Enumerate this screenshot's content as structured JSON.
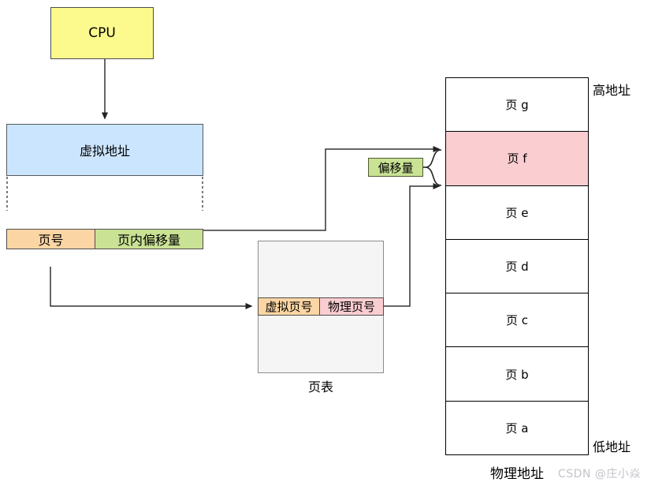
{
  "diagram": {
    "cpu_label": "CPU",
    "virtual_address_label": "虚拟地址",
    "page_number_label": "页号",
    "page_offset_label": "页内偏移量",
    "offset_label": "偏移量",
    "page_table": {
      "virtual_page_label": "虚拟页号",
      "physical_page_label": "物理页号",
      "caption": "页表"
    },
    "memory": {
      "pages": [
        {
          "label": "页 g",
          "highlighted": false
        },
        {
          "label": "页 f",
          "highlighted": true
        },
        {
          "label": "页 e",
          "highlighted": false
        },
        {
          "label": "页 d",
          "highlighted": false
        },
        {
          "label": "页 c",
          "highlighted": false
        },
        {
          "label": "页 b",
          "highlighted": false
        },
        {
          "label": "页 a",
          "highlighted": false
        }
      ],
      "high_address_label": "高地址",
      "low_address_label": "低地址",
      "caption": "物理地址"
    },
    "watermark": "CSDN @庄小焱",
    "colors": {
      "cpu_fill": "#FCFA8D",
      "virtual_address_fill": "#CCE5FF",
      "page_number_fill": "#FBD6A4",
      "page_offset_fill": "#C9E294",
      "physical_page_fill": "#FACDD1",
      "highlight_fill": "#FACDD1",
      "page_table_fill": "#F5F5F5",
      "line_color": "#333333"
    }
  }
}
